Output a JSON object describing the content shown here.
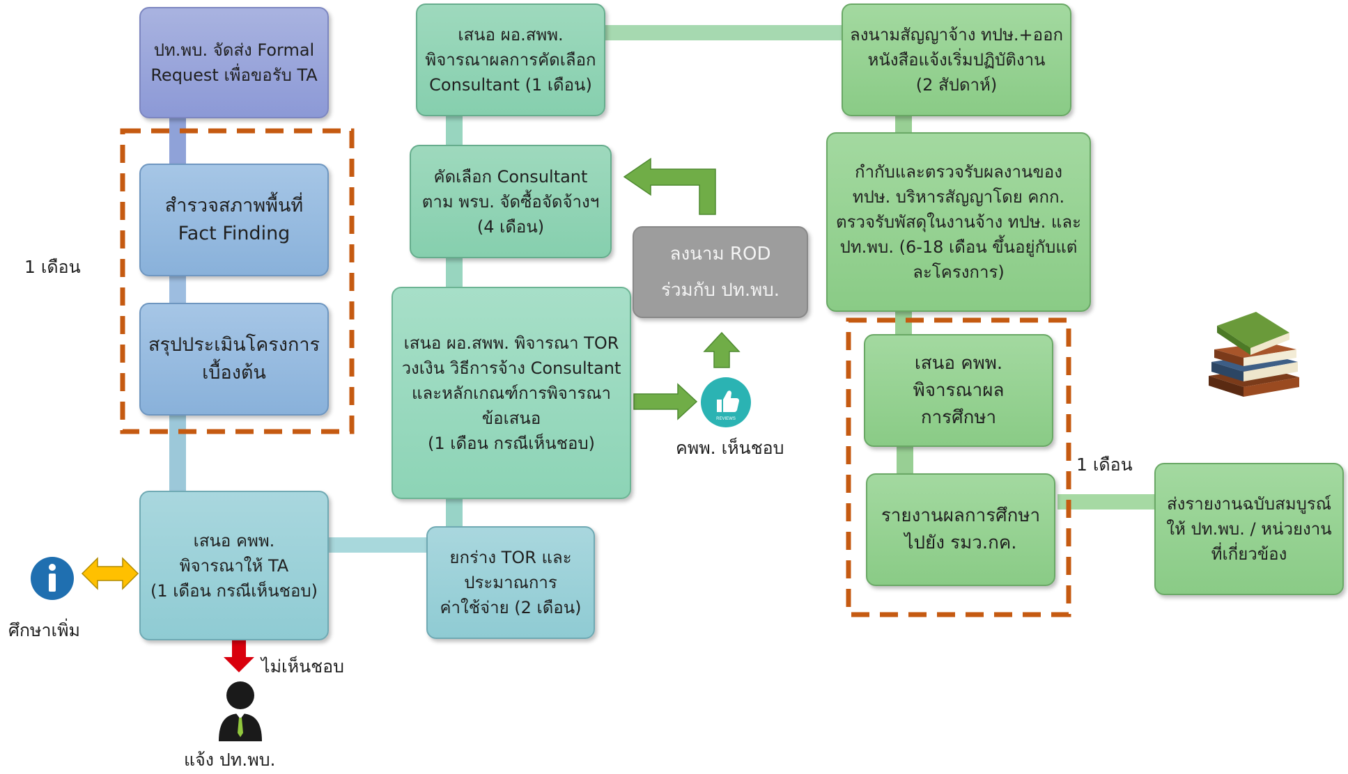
{
  "boxes": {
    "formal_request": "ปท.พบ. จัดส่ง Formal\nRequest เพื่อขอรับ TA",
    "fact_finding": "สำรวจสภาพพื้นที่\nFact Finding",
    "initial_assessment": "สรุปประเมินโครงการ\nเบื้องต้น",
    "propose_committee_ta": "เสนอ คพพ.\nพิจารณาให้ TA\n(1 เดือน กรณีเห็นชอบ)",
    "draft_tor": "ยกร่าง TOR และ\nประมาณการ\nค่าใช้จ่าย (2 เดือน)",
    "propose_tor": "เสนอ ผอ.สพพ. พิจารณา TOR\nวงเงิน วิธีการจ้าง Consultant\nและหลักเกณฑ์การพิจารณา\nข้อเสนอ\n(1 เดือน กรณีเห็นชอบ)",
    "select_consultant": "คัดเลือก Consultant\nตาม พรบ. จัดซื้อจัดจ้างฯ\n(4 เดือน)",
    "propose_selection": "เสนอ ผอ.สพพ.\nพิจารณาผลการคัดเลือก\nConsultant (1 เดือน)",
    "sign_rod": "ลงนาม ROD\nร่วมกับ ปท.พบ.",
    "sign_contract": "ลงนามสัญญาจ้าง ทปษ.+ออก\nหนังสือแจ้งเริ่มปฏิบัติงาน\n(2 สัปดาห์)",
    "supervise": "กำกับและตรวจรับผลงานของ\nทปษ. บริหารสัญญาโดย คกก.\nตรวจรับพัสดุในงานจ้าง ทปษ. และ\nปท.พบ. (6-18 เดือน ขึ้นอยู่กับแต่\nละโครงการ)",
    "propose_study": "เสนอ คพพ.\nพิจารณาผล\nการศึกษา",
    "report_study": "รายงานผลการศึกษา\nไปยัง รมว.กค.",
    "send_final": "ส่งรายงานฉบับสมบูรณ์\nให้ ปท.พบ. / หน่วยงาน\nที่เกี่ยวข้อง"
  },
  "labels": {
    "one_month_left": "1 เดือน",
    "one_month_right": "1 เดือน",
    "study_more": "ศึกษาเพิ่ม",
    "not_approve": "ไม่เห็นชอบ",
    "notify": "แจ้ง ปท.พบ.",
    "committee_approve": "คพพ. เห็นชอบ",
    "reviews_badge": "REVIEWS"
  },
  "colors": {
    "dash_orange": "#c55a11",
    "arrow_green": "#70ad47",
    "arrow_red": "#d9000d",
    "arrow_yellow": "#ffc000",
    "info_blue": "#1f6fb0",
    "reviews_teal": "#2bb3b3"
  },
  "icons": [
    "info-icon",
    "reviews-thumbs-up-icon",
    "person-icon",
    "books-icon"
  ]
}
